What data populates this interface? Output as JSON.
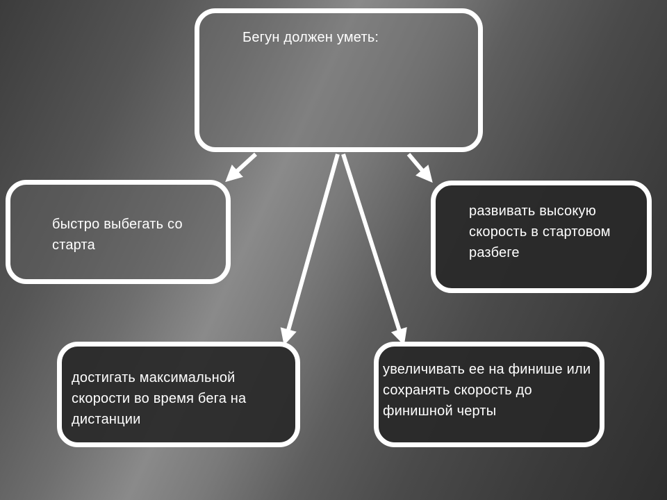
{
  "diagram": {
    "root": {
      "text": "Бегун должен уметь:"
    },
    "skills": [
      {
        "text": "быстро выбегать со старта"
      },
      {
        "text": "развивать высокую скорость в стартовом разбеге"
      },
      {
        "text": "достигать максимальной скорости во время бега на дистанции"
      },
      {
        "text": "увеличивать ее на финише или сохранять скорость до финишной черты"
      }
    ]
  },
  "colors": {
    "border": "#ffffff",
    "text": "#ffffff",
    "arrow": "#ffffff"
  }
}
